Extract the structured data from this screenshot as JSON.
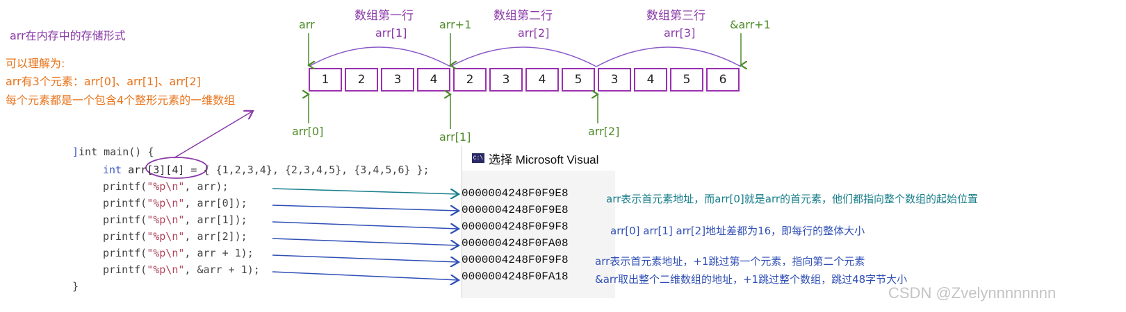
{
  "top_left": {
    "title": "arr在内存中的存储形式",
    "understand": "可以理解为:",
    "line1": "arr有3个元素：arr[0]、arr[1]、arr[2]",
    "line2": "每个元素都是一个包含4个整形元素的一维数组"
  },
  "rows": {
    "row1": "数组第一行",
    "row2": "数组第二行",
    "row3": "数组第三行",
    "row1_ptr": "arr[1]",
    "row2_ptr": "arr[2]",
    "row3_ptr": "arr[3]"
  },
  "pointers_top": {
    "arr": "arr",
    "arr_plus1": "arr+1",
    "amp_arr_plus1": "&arr+1"
  },
  "pointers_bottom": {
    "arr0": "arr[0]",
    "arr1": "arr[1]",
    "arr2": "arr[2]"
  },
  "cells": [
    "1",
    "2",
    "3",
    "4",
    "2",
    "3",
    "4",
    "5",
    "3",
    "4",
    "5",
    "6"
  ],
  "code": {
    "l1": "int main() {",
    "l2_kw": "int ",
    "l2_decl": "arr[3][4]",
    "l2_rest": " = { {1,2,3,4}, {2,3,4,5}, {3,4,5,6} };",
    "l3_fn": "printf(",
    "l3_str": "\"%p\\n\"",
    "l3_arg": ", arr);",
    "l4_fn": "printf(",
    "l4_str": "\"%p\\n\"",
    "l4_arg": ", arr[0]);",
    "l5_fn": "printf(",
    "l5_str": "\"%p\\n\"",
    "l5_arg": ", arr[1]);",
    "l6_fn": "printf(",
    "l6_str": "\"%p\\n\"",
    "l6_arg": ", arr[2]);",
    "l7_fn": "printf(",
    "l7_str": "\"%p\\n\"",
    "l7_arg": ", arr + 1);",
    "l8_fn": "printf(",
    "l8_str": "\"%p\\n\"",
    "l8_arg": ", &arr + 1);",
    "l9": "}"
  },
  "console": {
    "icon": "C:\\",
    "title": "选择 Microsoft Visual",
    "out": [
      "0000004248F0F9E8",
      "0000004248F0F9E8",
      "0000004248F0F9F8",
      "0000004248F0FA08",
      "0000004248F0F9F8",
      "0000004248F0FA18"
    ]
  },
  "notes": {
    "n1": "arr表示首元素地址，而arr[0]就是arr的首元素，他们都指向整个数组的起始位置",
    "n2": "arr[0] arr[1] arr[2]地址差都为16，即每行的整体大小",
    "n3": "arr表示首元素地址，+1跳过第一个元素，指向第二个元素",
    "n4": "&arr取出整个二维数组的地址，+1跳过整个数组，跳过48字节大小"
  },
  "watermark": "CSDN @Zvelynnnnnnnn",
  "colors": {
    "purple": "#8a3aa8",
    "orange": "#e8741c",
    "green": "#4e8b2a",
    "blue": "#2f4fb5",
    "teal": "#177e8a",
    "cell_border": "#9a2fb0"
  }
}
